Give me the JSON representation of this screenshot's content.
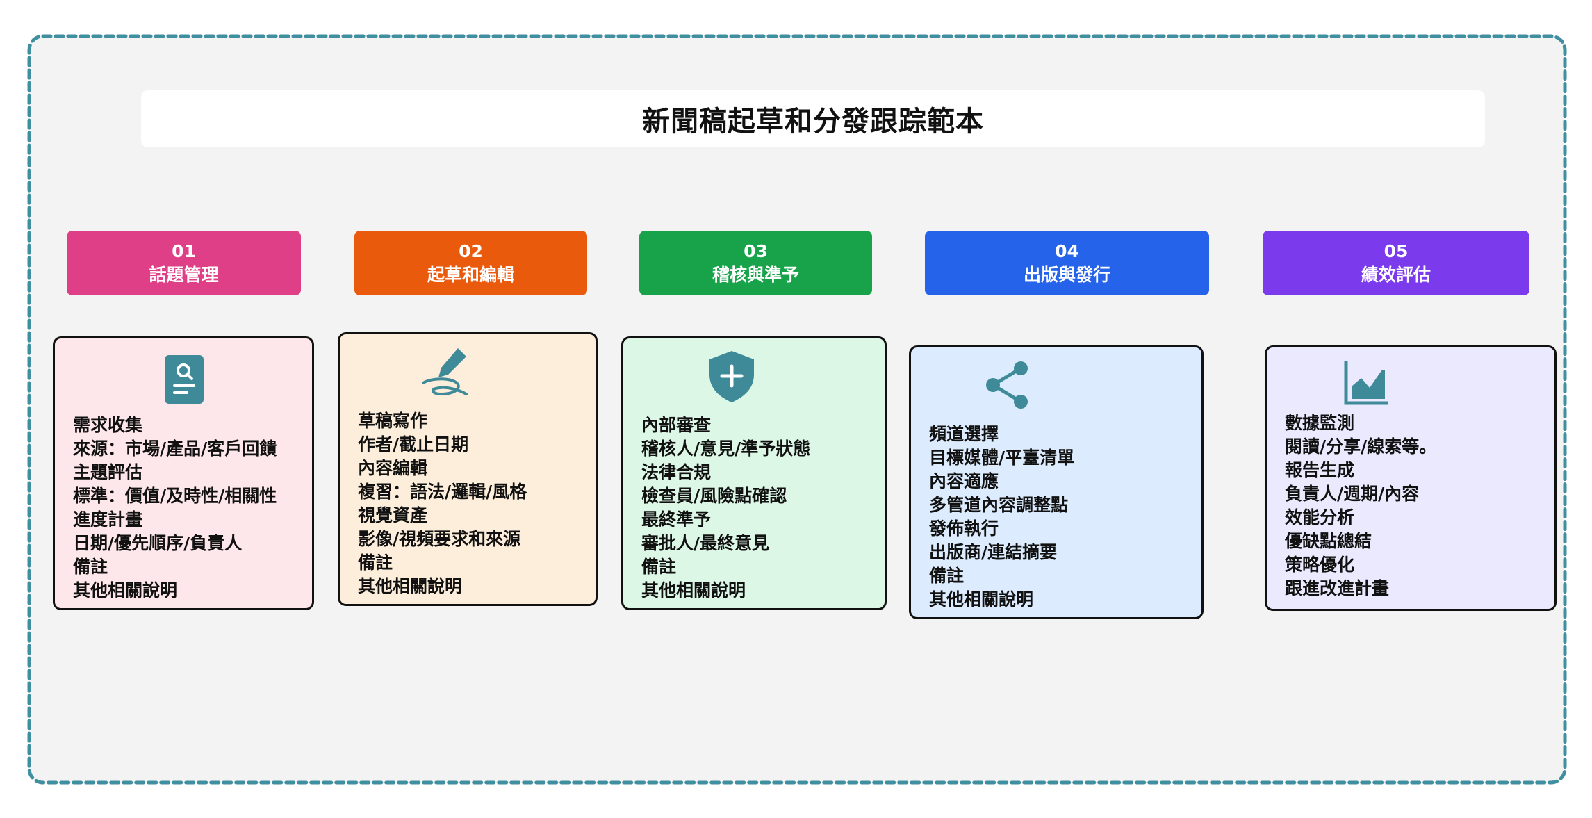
{
  "title": "新聞稿起草和分發跟踪範本",
  "colors": {
    "frame_border": "#3f8fa0",
    "frame_bg": "#f3f3f3"
  },
  "stages": [
    {
      "number": "01",
      "label": "話題管理",
      "color": "#de3f86",
      "card_bg": "#fde7ea",
      "icon": "document-search-icon",
      "icon_color": "#3f8a98",
      "items": [
        "需求收集",
        "來源：市場/產品/客戶回饋",
        "主題評估",
        "標準：價值/及時性/相關性",
        "進度計畫",
        "日期/優先順序/負責人",
        "備註",
        "其他相關說明"
      ]
    },
    {
      "number": "02",
      "label": "起草和編輯",
      "color": "#ea5a0c",
      "card_bg": "#fdeedb",
      "icon": "pen-signature-icon",
      "icon_color": "#3f8a98",
      "items": [
        "草稿寫作",
        "作者/截止日期",
        "內容編輯",
        "複習：語法/邏輯/風格",
        "視覺資產",
        "影像/視頻要求和來源",
        "備註",
        "其他相關說明"
      ]
    },
    {
      "number": "03",
      "label": "稽核與準予",
      "color": "#18a34a",
      "card_bg": "#ddf7e7",
      "icon": "shield-plus-icon",
      "icon_color": "#3f8a98",
      "items": [
        "內部審查",
        "稽核人/意見/準予狀態",
        "法律合規",
        "檢查員/風險點確認",
        "最終準予",
        "審批人/最終意見",
        "備註",
        "其他相關說明"
      ]
    },
    {
      "number": "04",
      "label": "出版與發行",
      "color": "#2563eb",
      "card_bg": "#dcebfd",
      "icon": "share-icon",
      "icon_color": "#3f8a98",
      "items": [
        "頻道選擇",
        "目標媒體/平臺清單",
        "內容適應",
        "多管道內容調整點",
        "發佈執行",
        "出版商/連結摘要",
        "備註",
        "其他相關說明"
      ]
    },
    {
      "number": "05",
      "label": "績效評估",
      "color": "#7c3aed",
      "card_bg": "#ebe9fd",
      "icon": "area-chart-icon",
      "icon_color": "#3f8a98",
      "items": [
        "數據監測",
        "閱讀/分享/線索等。",
        "報告生成",
        "負責人/週期/內容",
        "效能分析",
        "優缺點總結",
        "策略優化",
        "跟進改進計畫"
      ]
    }
  ]
}
